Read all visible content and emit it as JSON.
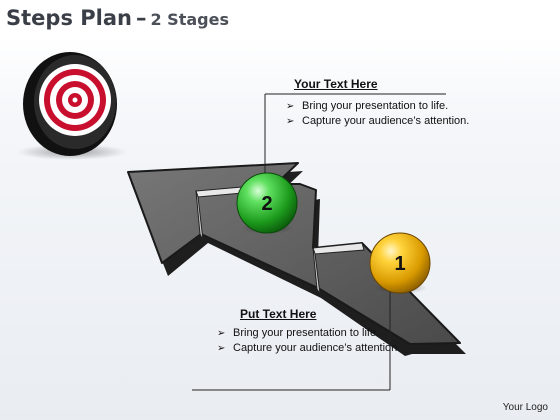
{
  "header": {
    "title": "Steps Plan",
    "separator": "–",
    "subtitle": "2 Stages"
  },
  "stages": [
    {
      "number": "1",
      "color": "#e0a000"
    },
    {
      "number": "2",
      "color": "#2ea32e"
    }
  ],
  "callout_top": {
    "heading": "Your Text Here",
    "bullets": [
      "Bring your presentation to life.",
      "Capture your audience’s attention."
    ]
  },
  "callout_bottom": {
    "heading": "Put Text Here",
    "bullets": [
      "Bring your presentation to life.",
      "Capture your audience’s attention."
    ]
  },
  "footer": {
    "logo_text": "Your Logo"
  },
  "icons": {
    "target": "target-icon",
    "bullet": "chevron-right-icon"
  },
  "colors": {
    "arrow": "#5a5a5a",
    "target_red": "#c8102e",
    "title": "#3a3f47"
  }
}
